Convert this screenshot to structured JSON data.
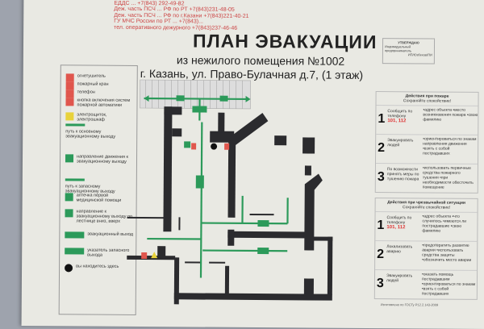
{
  "header": {
    "contacts": [
      "ЕДДС ... +7(843) 292-49-82",
      "Деж. часть ПСЧ ... РФ по РТ +7(843)231-48-05",
      "Деж. часть ПСЧ ... РФ по г.Казани +7(843)221-40-21",
      "ГУ МЧС России по РТ ... +7(843)...",
      "тел. оперативного дежурного +7(843)237-46-46"
    ],
    "title": "ПЛАН ЭВАКУАЦИИ",
    "subtitle1": "из нежилого помещения №1002",
    "subtitle2": "г. Казань, ул. Право-Булачная д.7, (1 этаж)"
  },
  "approval": {
    "title": "УТВЕРЖДАЮ",
    "line1": "Индивидуальный",
    "line2": "предприниматель",
    "line3": "ИП/Юзбеков/ПИ"
  },
  "legend": [
    {
      "icon": "fire-extinguisher-icon",
      "color": "#e0564d",
      "label": "огнетушитель"
    },
    {
      "icon": "fire-hydrant-icon",
      "color": "#e0564d",
      "label": "пожарный кран"
    },
    {
      "icon": "phone-icon",
      "color": "#e0564d",
      "label": "телефон"
    },
    {
      "icon": "fire-alarm-button-icon",
      "color": "#e0564d",
      "label": "кнопка включения систем пожарной автоматики"
    },
    {
      "icon": "electrical-hazard-icon",
      "color": "#e8d23a",
      "label": "электрощиток, электрошкаф"
    },
    {
      "icon": "main-route-arrow-icon",
      "color": "#2c9a5a",
      "label": "путь к основному эвакуационному выходу"
    },
    {
      "icon": "exit-direction-icon",
      "color": "#2c9a5a",
      "label": "направление движения к эвакуационному выходу"
    },
    {
      "icon": "reserve-route-arrow-icon",
      "color": "#2c9a5a",
      "label": "путь к запасному эвакуационному выходу"
    },
    {
      "icon": "first-aid-icon",
      "color": "#2c9a5a",
      "label": "аптечка первой медицинской помощи"
    },
    {
      "icon": "stairs-direction-icon",
      "color": "#2c9a5a",
      "label": "направление к эвакуационному выходу по лестнице вниз, вверх"
    },
    {
      "icon": "exit-sign-icon",
      "color": "#2c9a5a",
      "label": "эвакуационный выход"
    },
    {
      "icon": "reserve-exit-sign-icon",
      "color": "#2c9a5a",
      "label": "указатель запасного выхода"
    },
    {
      "icon": "you-are-here-icon",
      "color": "#111111",
      "label": "вы находитесь здесь"
    }
  ],
  "fire_actions": {
    "title": "Действия при пожаре",
    "subtitle": "Сохраняйте спокойствие!",
    "steps": [
      {
        "num": "1",
        "action": "Сообщить по телефону",
        "phone": "101, 112",
        "bullets": "•адрес объекта •место возникновения пожара •свою фамилию"
      },
      {
        "num": "2",
        "action": "Эвакуировать людей",
        "bullets": "•ориентироваться по знакам направления движения •взять с собой пострадавших"
      },
      {
        "num": "3",
        "action": "По возможности принять меры по тушению пожара",
        "bullets": "•использовать первичные средства пожарного тушения •при необходимости обесточить помещение"
      }
    ]
  },
  "emergency_actions": {
    "title": "Действия при чрезвычайной ситуации",
    "subtitle": "Сохраняйте спокойствие!",
    "steps": [
      {
        "num": "1",
        "action": "Сообщить по телефону",
        "phone": "101, 112",
        "bullets": "•адрес объекта •что случилось •имеются ли пострадавшие •свою фамилию"
      },
      {
        "num": "2",
        "action": "Локализовать аварию",
        "bullets": "•предотвратить развитие аварии •использовать средства защиты •обозначить место аварии"
      },
      {
        "num": "3",
        "action": "Эвакуировать людей",
        "bullets": "•оказать помощь пострадавшим •ориентироваться по знакам •взять с собой пострадавших"
      }
    ]
  },
  "footer": "Изготовлено по ГОСТу Р12.2.143-2009",
  "colors": {
    "route": "#2c9a5a",
    "wall": "#2b2b2e",
    "warning": "#e0564d"
  }
}
